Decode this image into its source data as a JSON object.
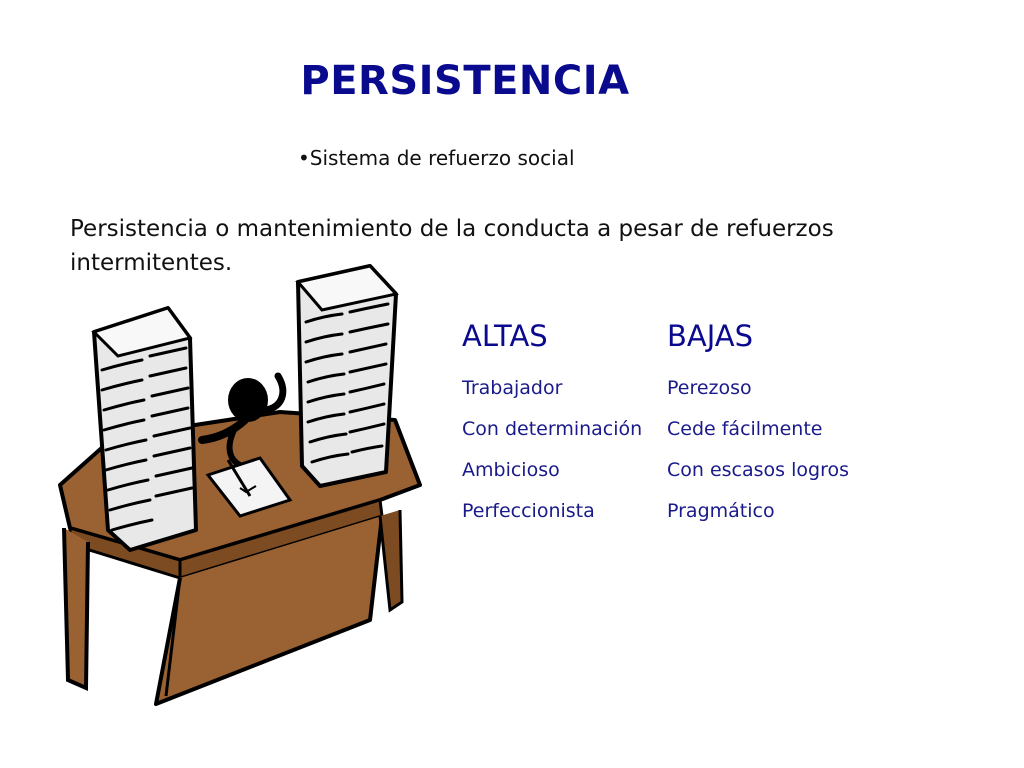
{
  "slide": {
    "title": "PERSISTENCIA",
    "bullet": "•Sistema de refuerzo social",
    "lead": "Persistencia o mantenimiento de la conducta a pesar de refuerzos intermitentes."
  },
  "columns": {
    "altas": {
      "header": "ALTAS",
      "items": [
        "Trabajador",
        "Con determinación",
        "Ambicioso",
        "Perfeccionista"
      ]
    },
    "bajas": {
      "header": "BAJAS",
      "items": [
        "Perezoso",
        "Cede fácilmente",
        "Con escasos logros",
        "Pragmático"
      ]
    }
  },
  "colors": {
    "title": "#0a0a8f",
    "column_text": "#1a1a8a",
    "desk": "#9a6232",
    "paper": "#e8e8e8"
  },
  "illustration": {
    "icon": "desk-with-paper-stacks-clipart"
  }
}
